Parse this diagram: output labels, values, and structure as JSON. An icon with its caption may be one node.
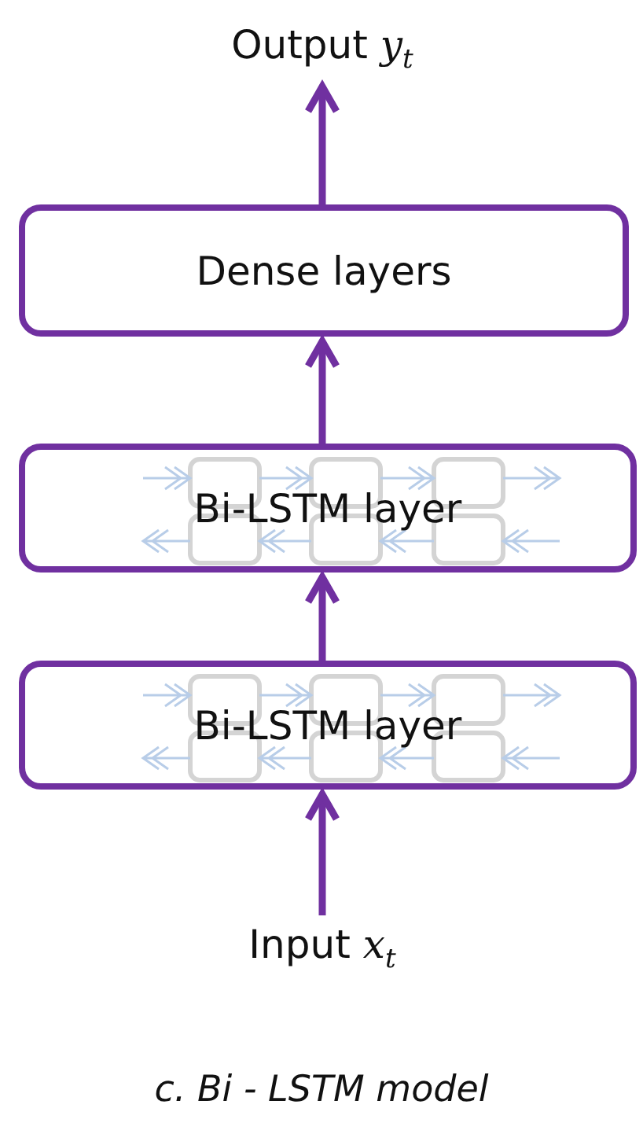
{
  "diagram": {
    "caption": "c. Bi - LSTM model",
    "nodes": [
      {
        "text": [
          "Output *y*$_{t}$"
        ]
      },
      {
        "text": [
          "Dense layers"
        ]
      },
      {
        "text": [
          "Bi-LSTM layer"
        ]
      },
      {
        "text": [
          "Bi-LSTM layer"
        ]
      },
      {
        "text": [
          "Input *x*$_{t}$"
        ]
      }
    ],
    "edges": [
      {
        "from": 4,
        "to": 3,
        "arrow": "to"
      },
      {
        "from": 3,
        "to": 2,
        "arrow": "to"
      },
      {
        "from": 2,
        "to": 1,
        "arrow": "to"
      },
      {
        "from": 1,
        "to": 0,
        "arrow": "to"
      }
    ]
  }
}
